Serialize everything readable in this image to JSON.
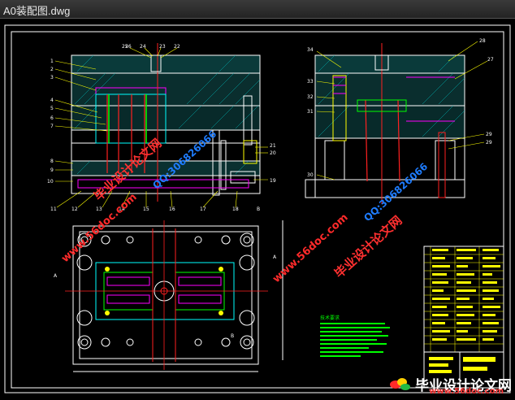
{
  "window": {
    "title": "A0装配图.dwg"
  },
  "watermarks": {
    "site_name": "毕业设计论文网",
    "qq": "QQ:306826066",
    "url": "www.56doc.com"
  },
  "corner_logo": {
    "text": "毕业设计论文网",
    "url": "www.56doc.com"
  },
  "drawing": {
    "part_numbers": [
      "1",
      "2",
      "3",
      "4",
      "5",
      "6",
      "7",
      "8",
      "9",
      "10",
      "11",
      "12",
      "13",
      "14",
      "15",
      "16",
      "17",
      "18",
      "19",
      "20",
      "21",
      "22",
      "23",
      "24",
      "25",
      "26",
      "27",
      "28",
      "29",
      "30",
      "31",
      "32",
      "33",
      "34"
    ],
    "section_markers": [
      "A",
      "A",
      "B",
      "B"
    ],
    "notes_title": "技术要求"
  },
  "colors": {
    "frame": "#ffffff",
    "outline": "#ffffff",
    "hatch": "#00ffff",
    "centerline": "#ff2020",
    "leader": "#ffff00",
    "bolt": "#ff00ff",
    "notes": "#00ff00",
    "titleblock": "#ffff00"
  }
}
